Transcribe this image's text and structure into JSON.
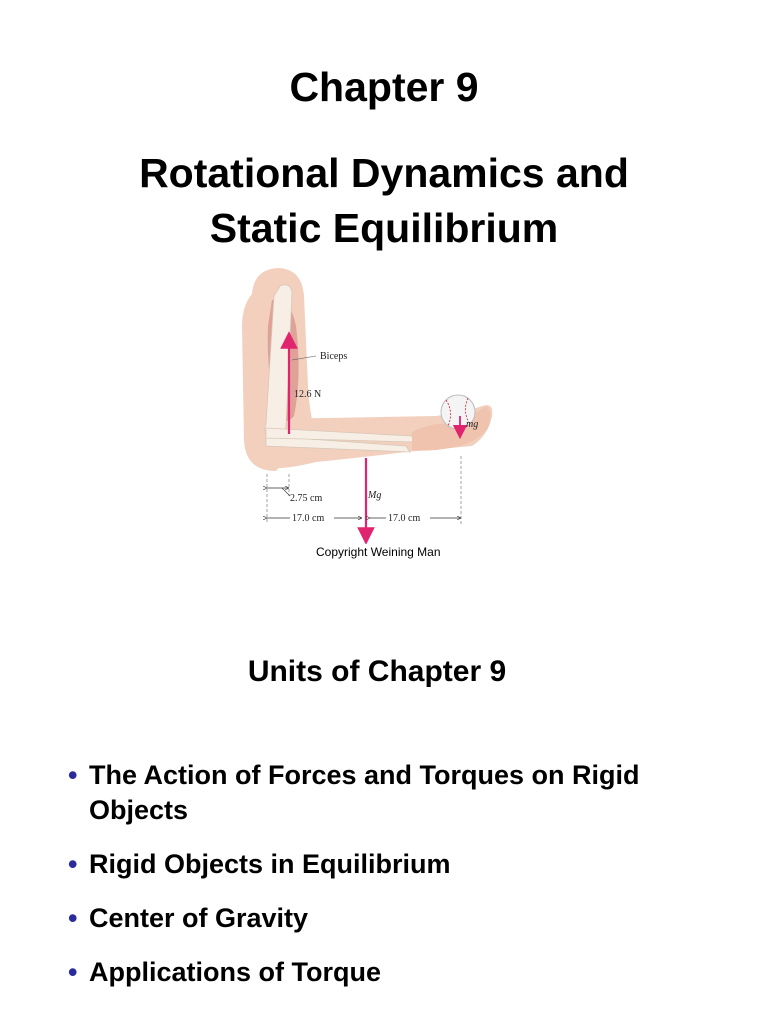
{
  "slide": {
    "chapter": "Chapter 9",
    "title_line1": "Rotational Dynamics and",
    "title_line2": "Static Equilibrium"
  },
  "figure": {
    "labels": {
      "biceps": "Biceps",
      "force": "12.6 N",
      "ball": "mg",
      "weight": "Mg",
      "dim_small": "2.75 cm",
      "dim_left": "17.0 cm",
      "dim_right": "17.0 cm"
    },
    "copyright": "Copyright Weining Man"
  },
  "units": {
    "heading": "Units of Chapter 9",
    "bullet_symbol": "•",
    "items": [
      "The Action of Forces and Torques on Rigid Objects",
      "Rigid Objects in Equilibrium",
      "Center of Gravity",
      "Applications of Torque"
    ]
  },
  "colors": {
    "bullet": "#2b2b9e",
    "force_arrow": "#e0246e"
  }
}
